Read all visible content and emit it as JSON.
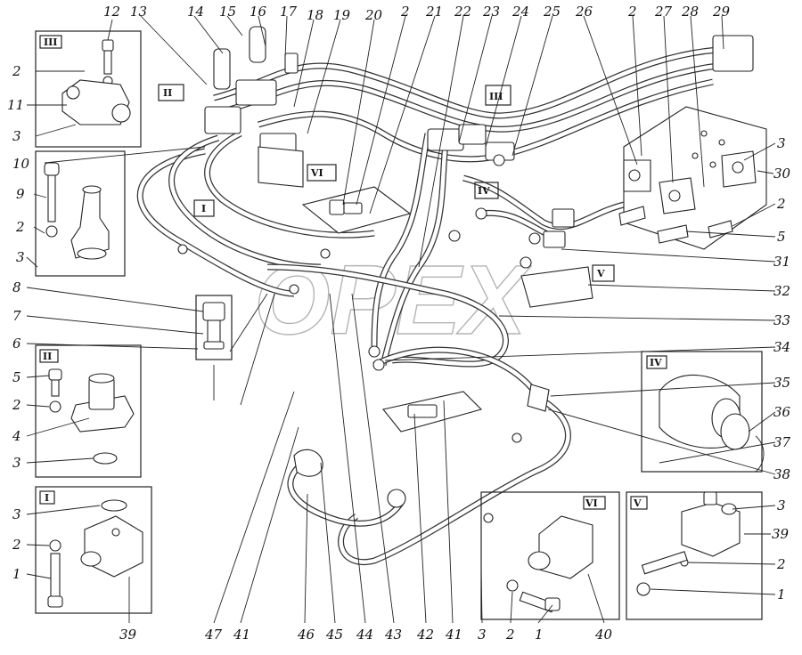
{
  "watermark": "OPEX",
  "callouts_top": [
    "12",
    "13",
    "14",
    "15",
    "16",
    "17",
    "18",
    "19",
    "20",
    "2",
    "21",
    "22",
    "23",
    "24",
    "25",
    "26",
    "2",
    "27",
    "28",
    "29"
  ],
  "callouts_left": [
    "2",
    "11",
    "3",
    "10",
    "9",
    "2",
    "3",
    "8",
    "7",
    "6",
    "5",
    "2",
    "4",
    "3",
    "3",
    "2",
    "1"
  ],
  "callouts_right": [
    "3",
    "30",
    "2",
    "5",
    "31",
    "32",
    "33",
    "34",
    "35",
    "36",
    "37",
    "38",
    "3",
    "39",
    "2",
    "1"
  ],
  "callouts_bottom": [
    "39",
    "47",
    "41",
    "46",
    "45",
    "44",
    "43",
    "42",
    "41",
    "3",
    "2",
    "1",
    "40"
  ],
  "insets": {
    "III": "III",
    "II": "II",
    "I": "I",
    "IV": "IV",
    "V": "V",
    "VI": "VI"
  }
}
